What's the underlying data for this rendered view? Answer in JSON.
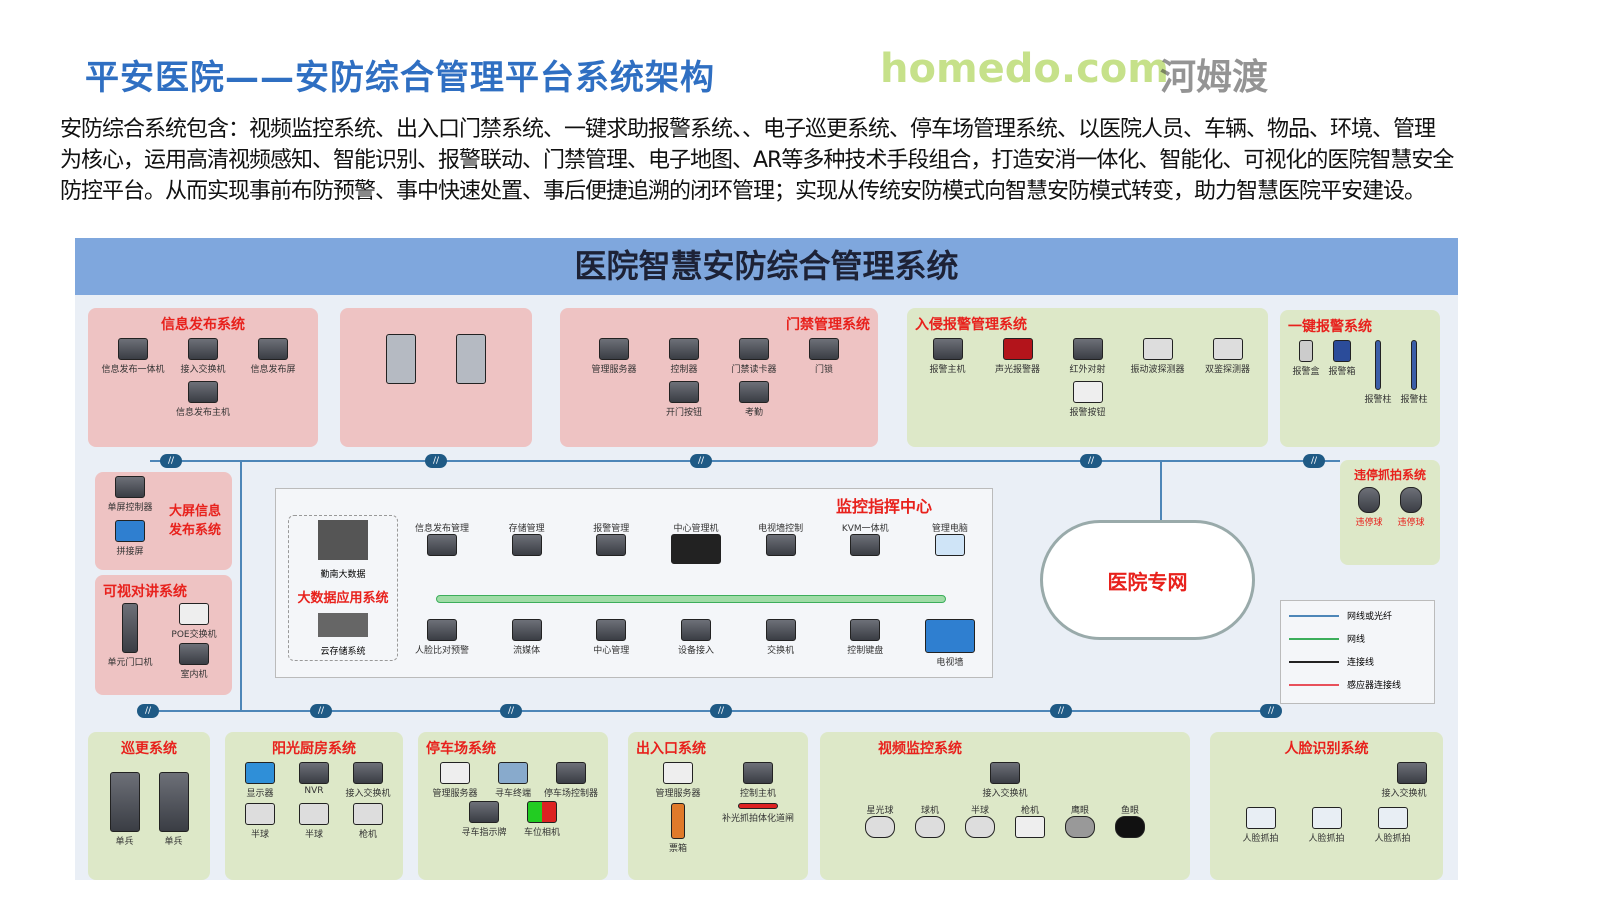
{
  "title": "平安医院——安防综合管理平台系统架构",
  "intro": "安防综合系统包含：视频监控系统、出入口门禁系统、一键求助报警系统、、电子巡更系统、停车场管理系统、以医院人员、车辆、物品、环境、管理为核心，运用高清视频感知、智能识别、报警联动、门禁管理、电子地图、AR等多种技术手段组合，打造安消一体化、智能化、可视化的医院智慧安全防控平台。从而实现事前布防预警、事中快速处置、事后便捷追溯的闭环管理；实现从传统安防模式向智慧安防模式转变，助力智慧医院平安建设。",
  "diagram": {
    "title": "医院智慧安防综合管理系统",
    "panels": [
      {
        "title": "信息发布系统",
        "devices": [
          "信息发布一体机",
          "接入交换机",
          "信息发布屏",
          "信息发布主机"
        ]
      },
      {
        "title": "",
        "devices": [
          "",
          "",
          ""
        ]
      },
      {
        "title": "门禁管理系统",
        "devices": [
          "管理服务器",
          "控制器",
          "门禁读卡器",
          "门锁",
          "开门按钮",
          "考勤"
        ]
      },
      {
        "title": "入侵报警管理系统",
        "devices": [
          "报警主机",
          "声光报警器",
          "红外对射",
          "振动波探测器",
          "双鉴探测器",
          "报警按钮"
        ]
      },
      {
        "title": "一键报警系统",
        "devices": [
          "报警盒",
          "报警箱",
          "报警柱",
          "报警柱"
        ]
      },
      {
        "title": "大屏信息发布系统",
        "devices": [
          "单屏控制器",
          "拼接屏"
        ]
      },
      {
        "title": "可视对讲系统",
        "devices": [
          "单元门口机",
          "POE交换机",
          "室内机"
        ]
      },
      {
        "title": "违停抓拍系统",
        "devices": [
          "违停球",
          "违停球"
        ]
      },
      {
        "title": "巡更系统",
        "devices": [
          "单兵",
          "单兵"
        ]
      },
      {
        "title": "阳光厨房系统",
        "devices": [
          "显示器",
          "NVR",
          "接入交换机",
          "半球",
          "半球",
          "枪机"
        ]
      },
      {
        "title": "停车场系统",
        "devices": [
          "管理服务器",
          "寻车终端",
          "停车场控制器",
          "寻车指示牌",
          "车位相机"
        ]
      },
      {
        "title": "出入口系统",
        "devices": [
          "管理服务器",
          "控制主机",
          "票箱",
          "补光抓拍体化道闸"
        ]
      },
      {
        "title": "视频监控系统",
        "devices": [
          "接入交换机",
          "星光球",
          "球机",
          "半球",
          "枪机",
          "鹰眼",
          "鱼眼"
        ]
      },
      {
        "title": "人脸识别系统",
        "devices": [
          "接入交换机",
          "人脸抓拍",
          "人脸抓拍",
          "人脸抓拍"
        ]
      }
    ],
    "center": {
      "title": "监控指挥中心",
      "bigdata_title": "大数据应用系统",
      "bigdata": [
        "勤南大数据",
        "云存储系统"
      ],
      "top": [
        "信息发布管理",
        "存储管理",
        "报警管理",
        "中心管理机",
        "电视墙控制",
        "KVM一体机",
        "管理电脑"
      ],
      "bottom": [
        "人脸比对预警",
        "流媒体",
        "中心管理",
        "设备接入",
        "交换机",
        "控制键盘",
        "电视墙"
      ]
    },
    "network": "医院专网",
    "legend": [
      {
        "label": "网线或光纤",
        "color": "#4d86b8"
      },
      {
        "label": "网线",
        "color": "#3cae5b"
      },
      {
        "label": "连接线",
        "color": "#222222"
      },
      {
        "label": "感应器连接线",
        "color": "#e8505b"
      }
    ]
  },
  "watermark": {
    "brand": "homedo.com",
    "cn": "河姆渡"
  }
}
